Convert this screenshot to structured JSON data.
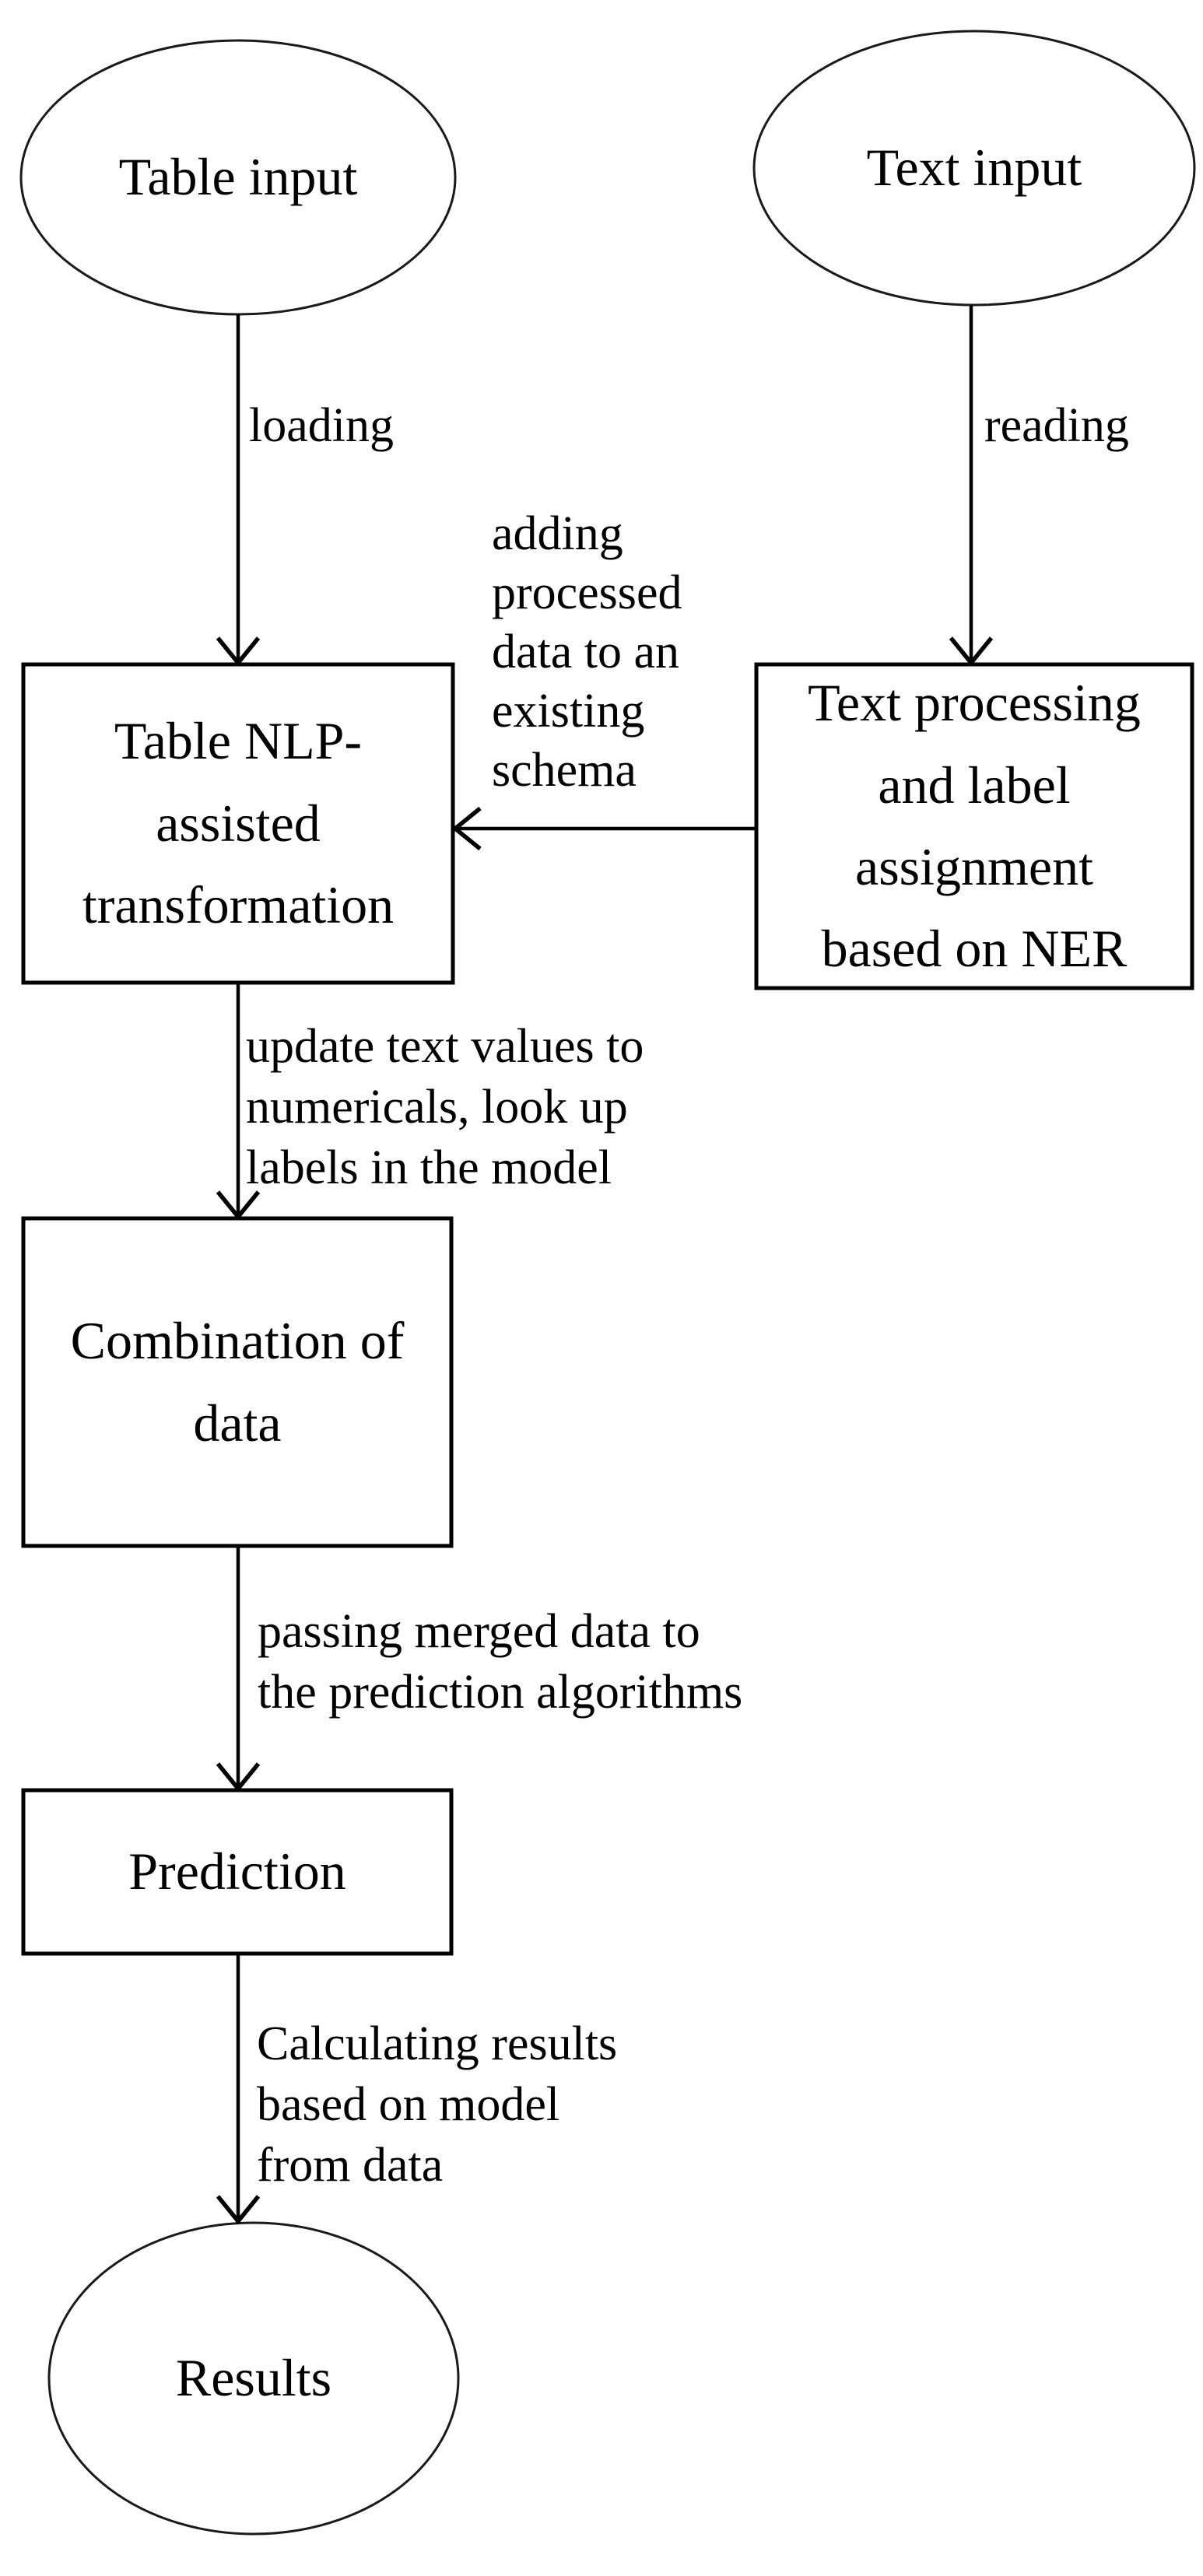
{
  "figure": {
    "type": "flowchart",
    "background_color": "#ffffff",
    "stroke_color": "#000000",
    "text_color": "#000000"
  },
  "nodes": [
    {
      "id": "table-input",
      "shape": "ellipse",
      "label_lines": [
        "Table input"
      ]
    },
    {
      "id": "text-input",
      "shape": "ellipse",
      "label_lines": [
        "Text input"
      ]
    },
    {
      "id": "table-nlp-assisted-transformation",
      "shape": "rect",
      "label_lines": [
        "Table NLP-",
        "assisted",
        "transformation"
      ]
    },
    {
      "id": "text-processing-ner",
      "shape": "rect",
      "label_lines": [
        "Text processing",
        "and label",
        "assignment",
        "based on NER"
      ]
    },
    {
      "id": "combination-of-data",
      "shape": "rect",
      "label_lines": [
        "Combination of",
        "data"
      ]
    },
    {
      "id": "prediction",
      "shape": "rect",
      "label_lines": [
        "Prediction"
      ]
    },
    {
      "id": "results",
      "shape": "ellipse",
      "label_lines": [
        "Results"
      ]
    }
  ],
  "edges": [
    {
      "id": "loading",
      "from": "table-input",
      "to": "table-nlp-assisted-transformation",
      "direction": "down",
      "label_lines": [
        "loading"
      ]
    },
    {
      "id": "reading",
      "from": "text-input",
      "to": "text-processing-ner",
      "direction": "down",
      "label_lines": [
        "reading"
      ]
    },
    {
      "id": "adding-processed-data",
      "from": "text-processing-ner",
      "to": "table-nlp-assisted-transformation",
      "direction": "left",
      "label_lines": [
        "adding",
        "processed",
        "data to an",
        "existing",
        "schema"
      ]
    },
    {
      "id": "update-text-values",
      "from": "table-nlp-assisted-transformation",
      "to": "combination-of-data",
      "direction": "down",
      "label_lines": [
        "update text values to",
        "numericals, look up",
        "labels in the model"
      ]
    },
    {
      "id": "passing-merged-data",
      "from": "combination-of-data",
      "to": "prediction",
      "direction": "down",
      "label_lines": [
        "passing merged data to",
        "the prediction algorithms"
      ]
    },
    {
      "id": "calculating-results",
      "from": "prediction",
      "to": "results",
      "direction": "down",
      "label_lines": [
        "Calculating results",
        "based on model",
        "from data"
      ]
    }
  ]
}
